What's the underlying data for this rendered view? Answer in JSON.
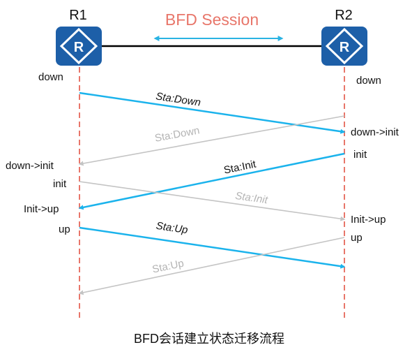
{
  "session_label": "BFD Session",
  "caption": "BFD会话建立状态迁移流程",
  "routers": [
    {
      "name": "R1",
      "icon": "router-icon",
      "letter": "R"
    },
    {
      "name": "R2",
      "icon": "router-icon",
      "letter": "R"
    }
  ],
  "messages": [
    {
      "text": "Sta:Down",
      "from": "R1",
      "to": "R2",
      "active": true
    },
    {
      "text": "Sta:Down",
      "from": "R2",
      "to": "R1",
      "active": false
    },
    {
      "text": "Sta:Init",
      "from": "R2",
      "to": "R1",
      "active": true
    },
    {
      "text": "Sta:Init",
      "from": "R1",
      "to": "R2",
      "active": false
    },
    {
      "text": "Sta:Up",
      "from": "R1",
      "to": "R2",
      "active": true
    },
    {
      "text": "Sta:Up",
      "from": "R2",
      "to": "R1",
      "active": false
    }
  ],
  "r1_states": [
    "down",
    "down->init",
    "init",
    "Init->up",
    "up"
  ],
  "r2_states": [
    "down",
    "down->init",
    "init",
    "Init->up",
    "up"
  ],
  "colors": {
    "active_arrow": "#1bb3ec",
    "inactive_arrow": "#c4c4c4",
    "inactive_text": "#b4b4b4",
    "lifeline": "#e8766a",
    "session_text": "#e8766a",
    "session_arrow": "#2ab3e3",
    "router_fill": "#1d5fa8",
    "link": "#000000"
  }
}
